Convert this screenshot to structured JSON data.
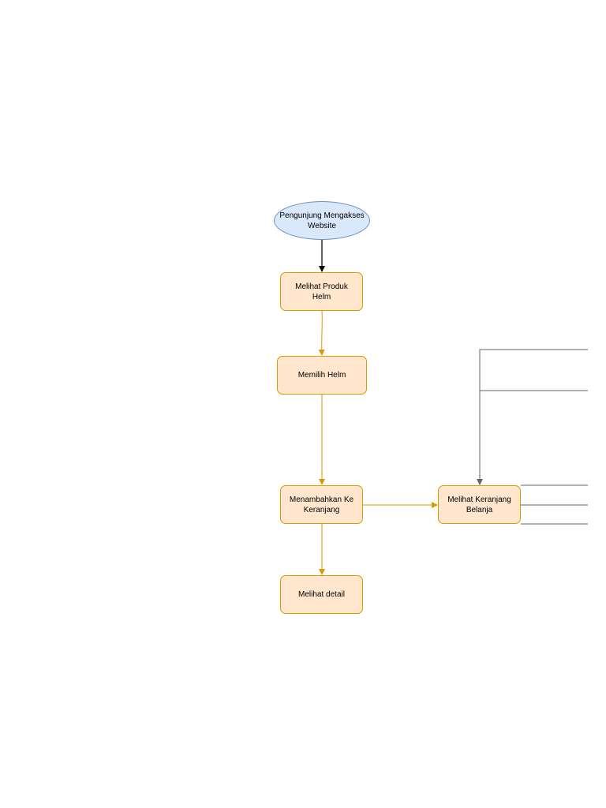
{
  "nodes": {
    "start": "Pengunjung Mengakses Website",
    "produk": "Melihat Produk Helm",
    "memilih": "Memilih Helm",
    "tambah": "Menambahkan Ke Keranjang",
    "detail": "Melihat detail",
    "keranjang": "Melihat Keranjang Belanja"
  },
  "colors": {
    "process_fill": "#ffe6cc",
    "process_stroke": "#d79b00",
    "start_fill": "#dae8fc",
    "start_stroke": "#6c8ebf",
    "connector_dark": "#000000",
    "connector_gray": "#666666"
  }
}
